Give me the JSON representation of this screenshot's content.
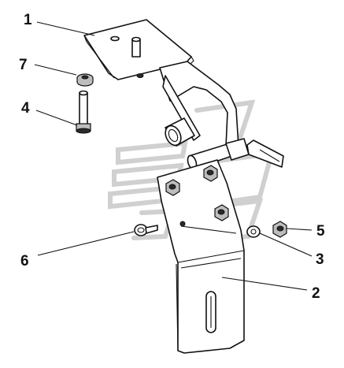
{
  "colors": {
    "line": "#111111",
    "background": "#ffffff",
    "watermark": "#d0d0d0"
  },
  "callouts": {
    "c1": "1",
    "c2": "2",
    "c3": "3",
    "c4": "4",
    "c5": "5",
    "c6": "6",
    "c7": "7"
  }
}
